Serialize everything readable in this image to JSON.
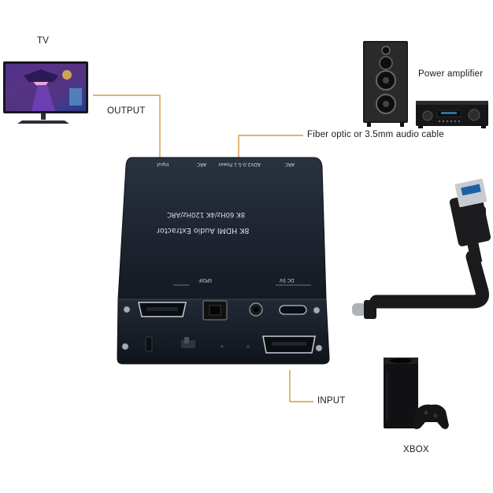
{
  "labels": {
    "tv": "TV",
    "output": "OUTPUT",
    "power_amplifier": "Power amplifier",
    "fiber_optic": "Fiber optic or 3.5mm audio cable",
    "input": "INPUT",
    "xbox": "XBOX"
  },
  "device": {
    "title": "8K HDMI Audio Extractor",
    "subtitle": "8K 60Hz/4K 120Hz/ARC",
    "port_input": "Input",
    "port_arc": "ARC",
    "port_power": "ADV2.0-5.1 Power",
    "port_arc2": "ARC",
    "port_dc": "DC 5V",
    "port_spdif": "SPDIF"
  },
  "colors": {
    "leader_line": "#d99a3a",
    "device_body": "#1e2530"
  }
}
